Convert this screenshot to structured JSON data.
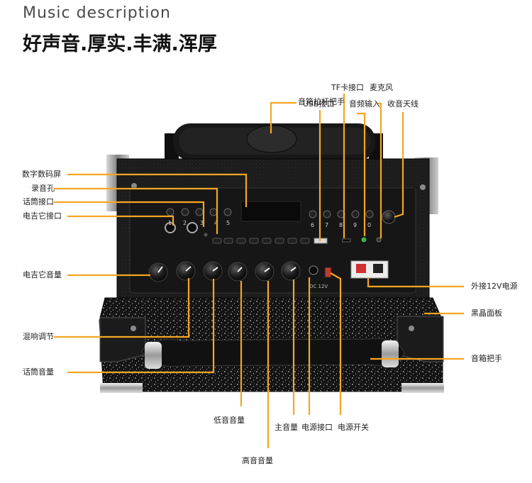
{
  "header": {
    "english_title": "Music description",
    "chinese_title": "好声音.厚实.丰满.浑厚"
  },
  "colors": {
    "callout": "#f5a623",
    "panel": "#1a1a1a",
    "cabinet": "#111111"
  },
  "callouts": {
    "handle_pull": "音箱拉杆把手",
    "usb": "USB接口",
    "tf_card": "TF卡接口",
    "audio_in": "音频输入",
    "mic": "麦克风",
    "antenna": "收音天线",
    "digital_display": "数字数码屏",
    "record_hole": "录音孔",
    "mic_port": "话筒接口",
    "guitar_port": "电吉它接口",
    "guitar_volume": "电吉它音量",
    "reverb": "混响调节",
    "mic_volume": "话筒音量",
    "bass_volume": "低音音量",
    "treble_volume": "高音音量",
    "master_volume": "主音量",
    "power_port": "电源接口",
    "power_switch": "电源开关",
    "ext_12v": "外接12V电源",
    "crystal_panel": "黑晶面板",
    "speaker_handle": "音箱把手"
  },
  "panel_marks": {
    "button_numbers": [
      "1",
      "2",
      "3",
      "4",
      "5",
      "6",
      "7",
      "8",
      "9",
      "0"
    ],
    "dc_label": "DC 12V"
  }
}
